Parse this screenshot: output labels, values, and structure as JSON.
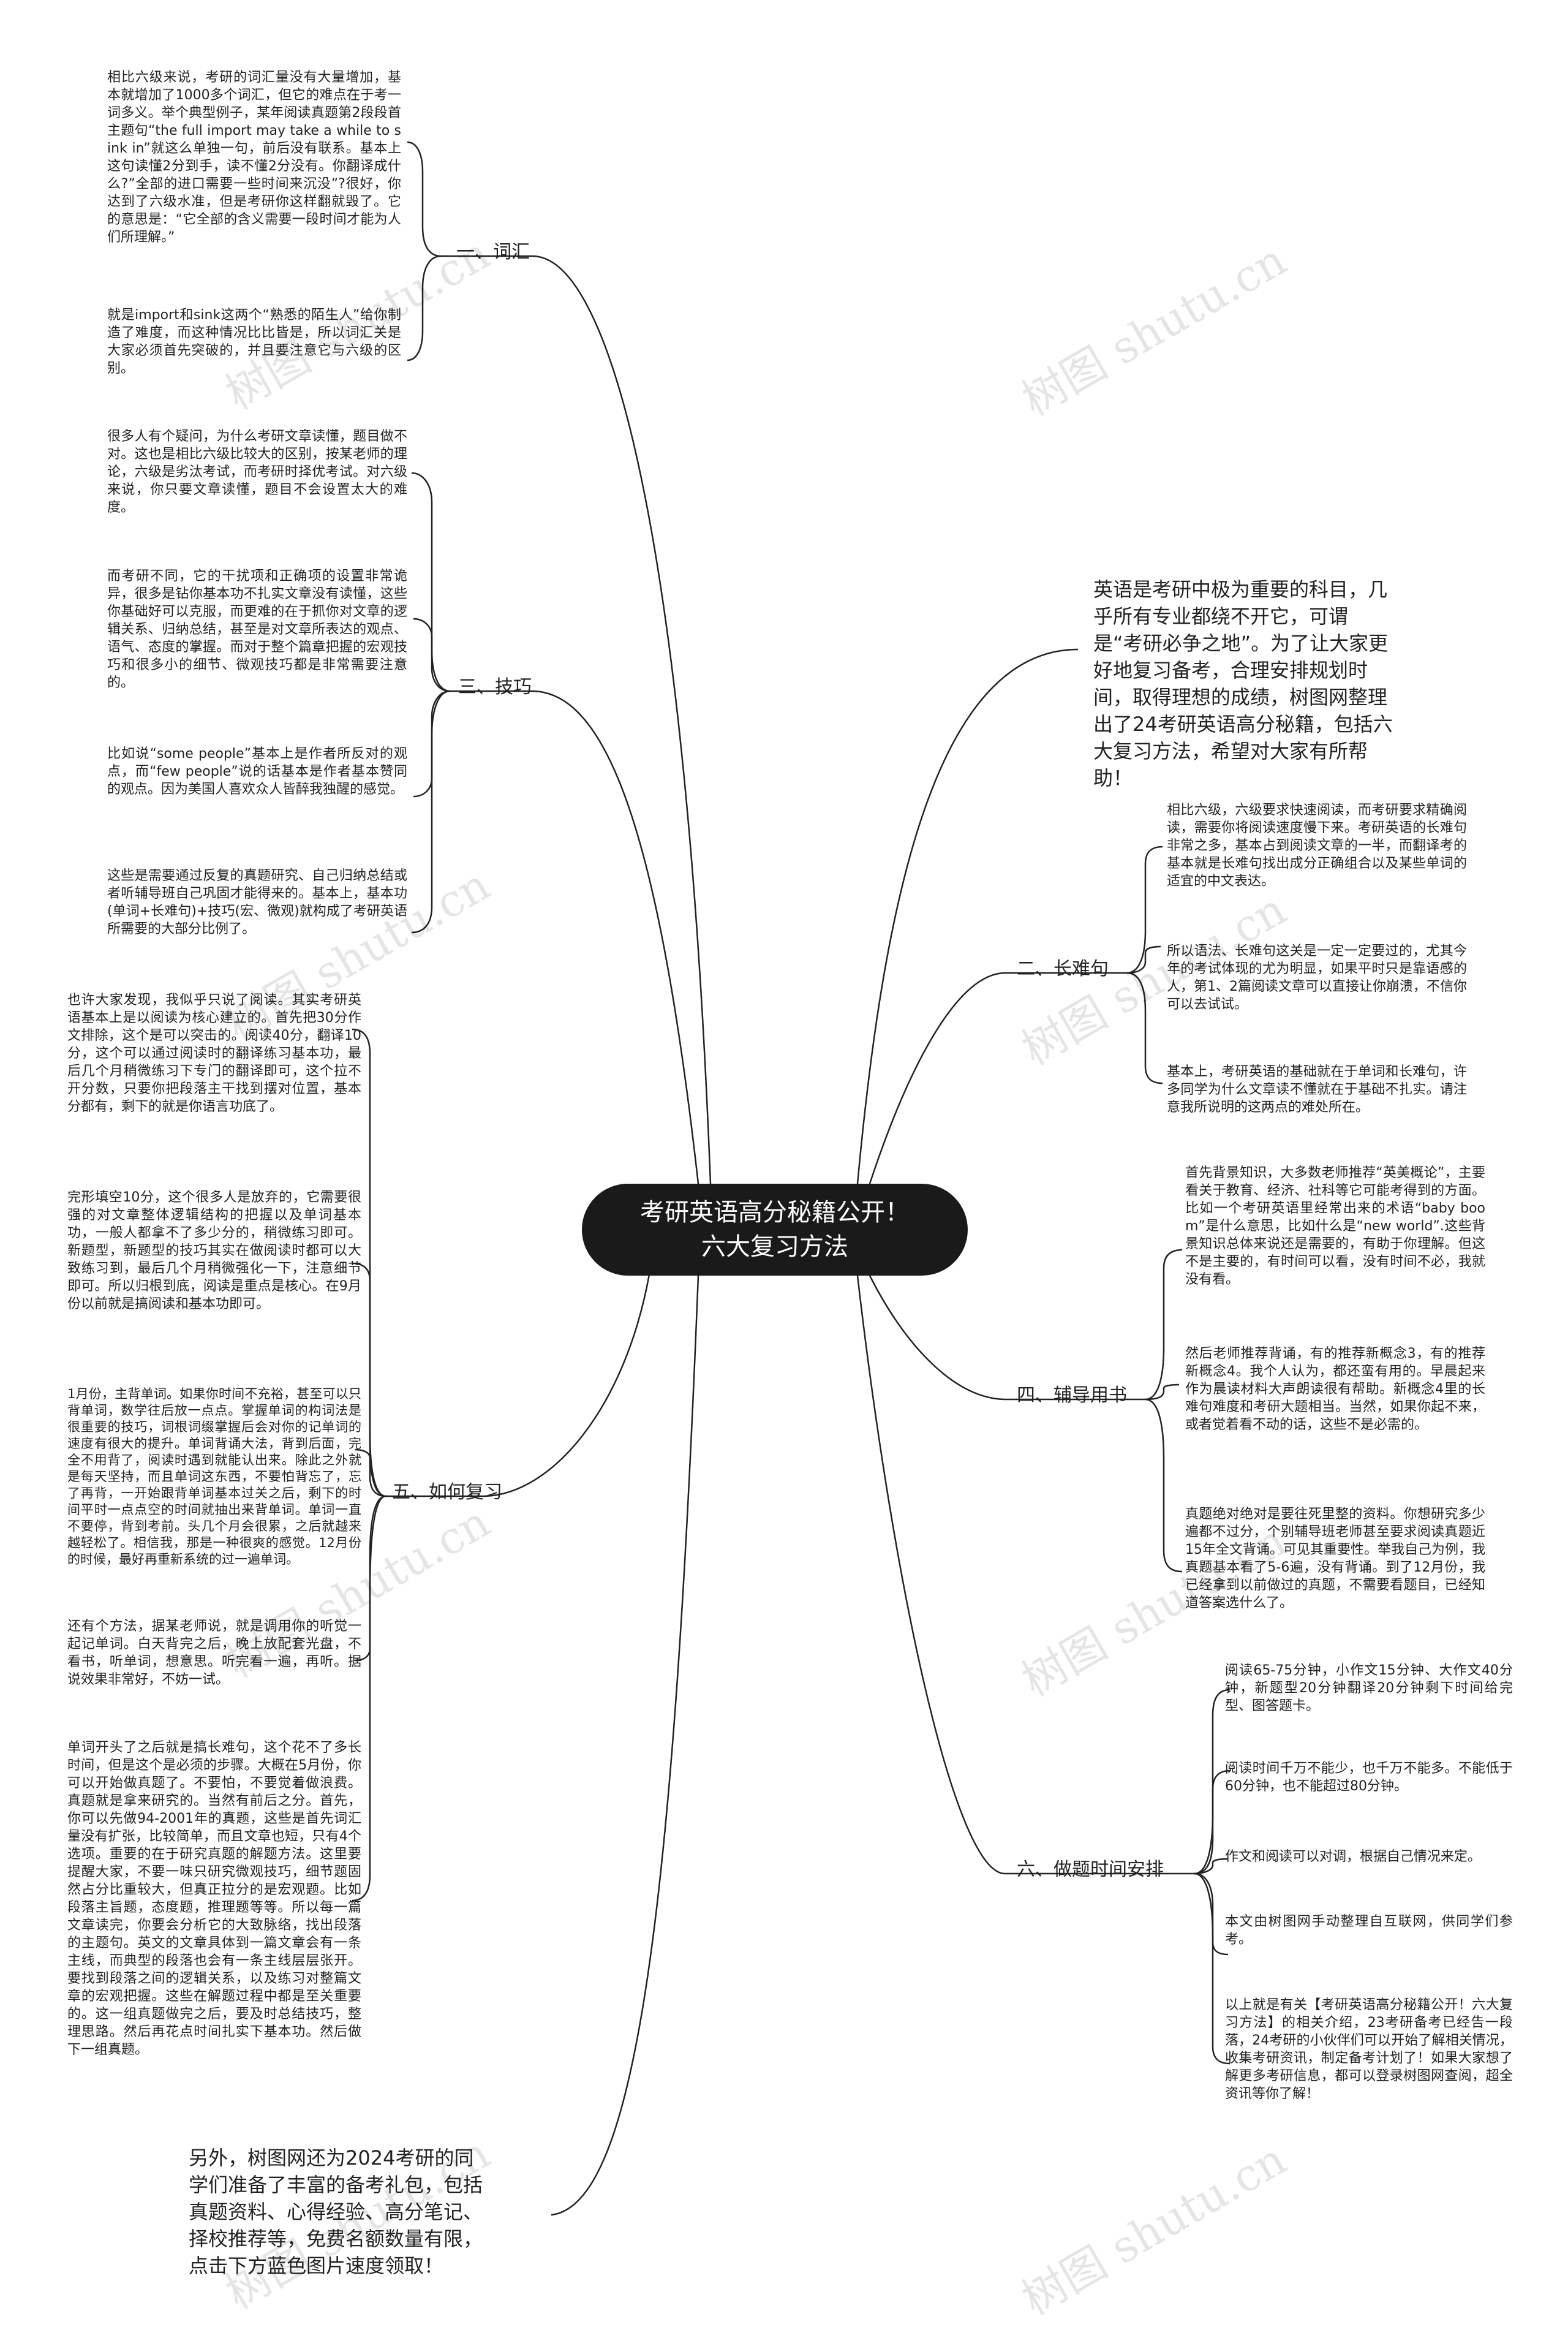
{
  "title": "考研英语高分秘籍公开！\n六大复习方法",
  "intro": "英语是考研中极为重要的科目，几乎所有专业都绕不开它，可谓是“考研必争之地”。为了让大家更好地复习备考，合理安排规划时间，取得理想的成绩，树图网整理出了24考研英语高分秘籍，包括六大复习方法，希望对大家有所帮助！",
  "outro": "另外，树图网还为2024考研的同学们准备了丰富的备考礼包，包括真题资料、心得经验、高分笔记、择校推荐等，免费名额数量有限，点击下方蓝色图片速度领取！",
  "watermark": "树图 shutu.cn",
  "branches": {
    "vocab": {
      "label": "一、词汇",
      "leaves": [
        "相比六级来说，考研的词汇量没有大量增加，基本就增加了1000多个词汇，但它的难点在于考一词多义。举个典型例子，某年阅读真题第2段段首主题句“the full import may take a while to sink in”就这么单独一句，前后没有联系。基本上这句读懂2分到手，读不懂2分没有。你翻译成什么?”全部的进口需要一些时间来沉没”?很好，你达到了六级水准，但是考研你这样翻就毁了。它的意思是：“它全部的含义需要一段时间才能为人们所理解。”",
        "就是import和sink这两个“熟悉的陌生人”给你制造了难度，而这种情况比比皆是，所以词汇关是大家必须首先突破的，并且要注意它与六级的区别。"
      ]
    },
    "skill": {
      "label": "三、技巧",
      "leaves": [
        "很多人有个疑问，为什么考研文章读懂，题目做不对。这也是相比六级比较大的区别，按某老师的理论，六级是劣汰考试，而考研时择优考试。对六级来说，你只要文章读懂，题目不会设置太大的难度。",
        "而考研不同，它的干扰项和正确项的设置非常诡异，很多是钻你基本功不扎实文章没有读懂，这些你基础好可以克服，而更难的在于抓你对文章的逻辑关系、归纳总结，甚至是对文章所表达的观点、语气、态度的掌握。而对于整个篇章把握的宏观技巧和很多小的细节、微观技巧都是非常需要注意的。",
        "比如说“some people”基本上是作者所反对的观点，而“few people”说的话基本是作者基本赞同的观点。因为美国人喜欢众人皆醉我独醒的感觉。",
        "这些是需要通过反复的真题研究、自己归纳总结或者听辅导班自己巩固才能得来的。基本上，基本功(单词+长难句)+技巧(宏、微观)就构成了考研英语所需要的大部分比例了。"
      ]
    },
    "review": {
      "label": "五、如何复习",
      "leaves": [
        "也许大家发现，我似乎只说了阅读。其实考研英语基本上是以阅读为核心建立的。首先把30分作文排除，这个是可以突击的。阅读40分，翻译10分，这个可以通过阅读时的翻译练习基本功，最后几个月稍微练习下专门的翻译即可，这个拉不开分数，只要你把段落主干找到摆对位置，基本分都有，剩下的就是你语言功底了。",
        "完形填空10分，这个很多人是放弃的，它需要很强的对文章整体逻辑结构的把握以及单词基本功，一般人都拿不了多少分的，稍微练习即可。新题型，新题型的技巧其实在做阅读时都可以大致练习到，最后几个月稍微强化一下，注意细节即可。所以归根到底，阅读是重点是核心。在9月份以前就是搞阅读和基本功即可。",
        "1月份，主背单词。如果你时间不充裕，甚至可以只背单词，数学往后放一点点。掌握单词的构词法是很重要的技巧，词根词缀掌握后会对你的记单词的速度有很大的提升。单词背诵大法，背到后面，完全不用背了，阅读时遇到就能认出来。除此之外就是每天坚持，而且单词这东西，不要怕背忘了，忘了再背，一开始跟背单词基本过关之后，剩下的时间平时一点点空的时间就抽出来背单词。单词一直不要停，背到考前。头几个月会很累，之后就越来越轻松了。相信我，那是一种很爽的感觉。12月份的时候，最好再重新系统的过一遍单词。",
        "还有个方法，据某老师说，就是调用你的听觉一起记单词。白天背完之后，晚上放配套光盘，不看书，听单词，想意思。听完看一遍，再听。据说效果非常好，不妨一试。",
        "单词开头了之后就是搞长难句，这个花不了多长时间，但是这个是必须的步骤。大概在5月份，你可以开始做真题了。不要怕，不要觉着做浪费。真题就是拿来研究的。当然有前后之分。首先，你可以先做94-2001年的真题，这些是首先词汇量没有扩张，比较简单，而且文章也短，只有4个选项。重要的在于研究真题的解题方法。这里要提醒大家，不要一味只研究微观技巧，细节题固然占分比重较大，但真正拉分的是宏观题。比如段落主旨题，态度题，推理题等等。所以每一篇文章读完，你要会分析它的大致脉络，找出段落的主题句。英文的文章具体到一篇文章会有一条主线，而典型的段落也会有一条主线层层张开。要找到段落之间的逻辑关系，以及练习对整篇文章的宏观把握。这些在解题过程中都是至关重要的。这一组真题做完之后，要及时总结技巧，整理思路。然后再花点时间扎实下基本功。然后做下一组真题。"
      ]
    },
    "hard": {
      "label": "二、长难句",
      "leaves": [
        "相比六级，六级要求快速阅读，而考研要求精确阅读，需要你将阅读速度慢下来。考研英语的长难句非常之多，基本占到阅读文章的一半，而翻译考的基本就是长难句找出成分正确组合以及某些单词的适宜的中文表达。",
        "所以语法、长难句这关是一定一定要过的，尤其今年的考试体现的尤为明显，如果平时只是靠语感的人，第1、2篇阅读文章可以直接让你崩溃，不信你可以去试试。",
        "基本上，考研英语的基础就在于单词和长难句，许多同学为什么文章读不懂就在于基础不扎实。请注意我所说明的这两点的难处所在。"
      ]
    },
    "books": {
      "label": "四、辅导用书",
      "leaves": [
        "首先背景知识，大多数老师推荐“英美概论”，主要看关于教育、经济、社科等它可能考得到的方面。比如一个考研英语里经常出来的术语“baby boom”是什么意思，比如什么是“new world”.这些背景知识总体来说还是需要的，有助于你理解。但这不是主要的，有时间可以看，没有时间不必，我就没有看。",
        "然后老师推荐背诵，有的推荐新概念3，有的推荐新概念4。我个人认为，都还蛮有用的。早晨起来作为晨读材料大声朗读很有帮助。新概念4里的长难句难度和考研大题相当。当然，如果你起不来，或者觉着看不动的话，这些不是必需的。",
        "真题绝对绝对是要往死里整的资料。你想研究多少遍都不过分，个别辅导班老师甚至要求阅读真题近15年全文背诵。可见其重要性。举我自己为例，我真题基本看了5-6遍，没有背诵。到了12月份，我已经拿到以前做过的真题，不需要看题目，已经知道答案选什么了。"
      ]
    },
    "schedule": {
      "label": "六、做题时间安排",
      "leaves": [
        "阅读65-75分钟，小作文15分钟、大作文40分钟，新题型20分钟翻译20分钟剩下时间给完型、图答题卡。",
        "阅读时间千万不能少，也千万不能多。不能低于60分钟，也不能超过80分钟。",
        "作文和阅读可以对调，根据自己情况来定。",
        "本文由树图网手动整理自互联网，供同学们参考。",
        "以上就是有关【考研英语高分秘籍公开！六大复习方法】的相关介绍，23考研备考已经告一段落，24考研的小伙伴们可以开始了解相关情况，收集考研资讯，制定备考计划了！如果大家想了解更多考研信息，都可以登录树图网查阅，超全资讯等你了解！"
      ]
    }
  }
}
